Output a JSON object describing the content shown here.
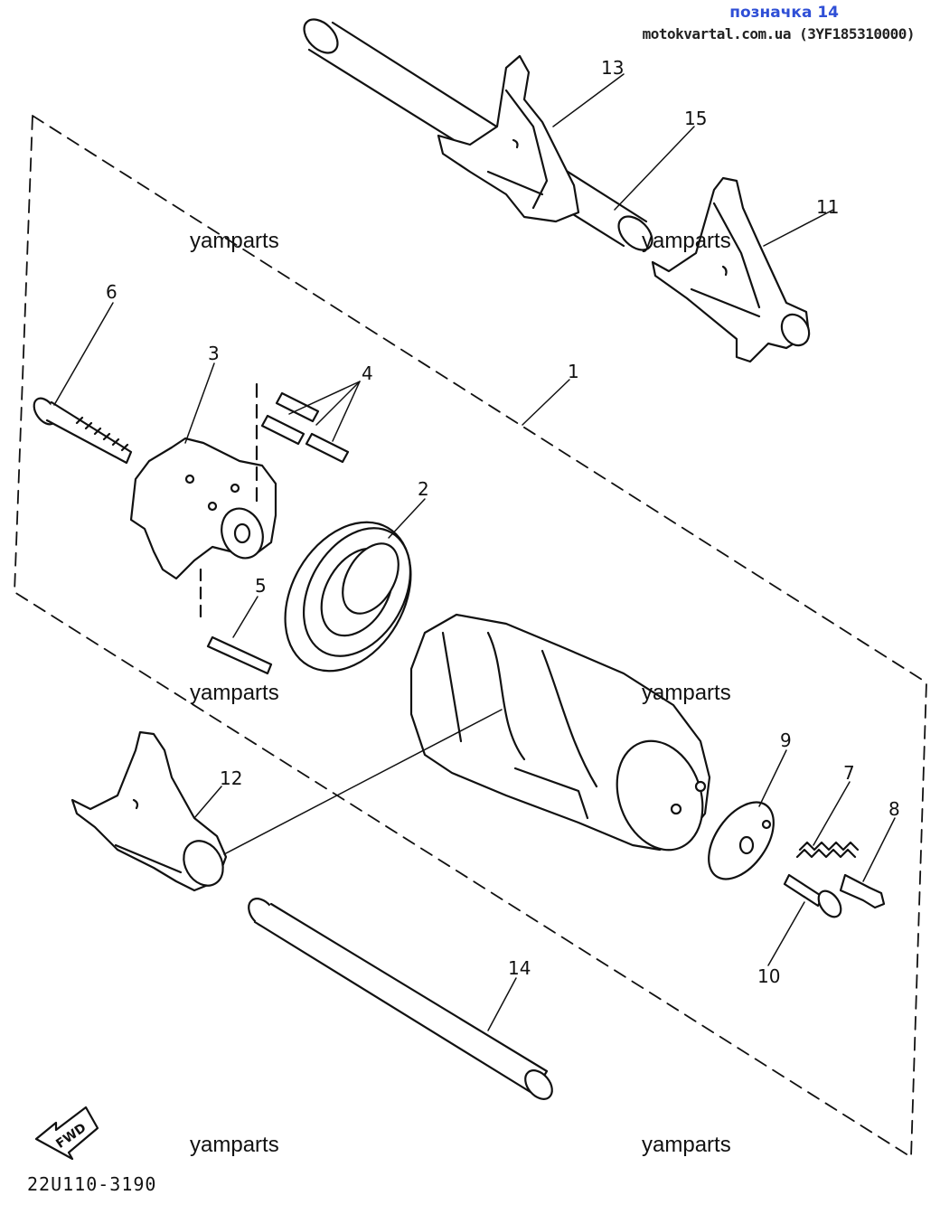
{
  "header": {
    "title": "позначка 14",
    "source": "motokvartal.com.ua (3YF185310000)"
  },
  "watermarks": [
    "yamparts",
    "yamparts",
    "yamparts",
    "yamparts",
    "yamparts",
    "yamparts"
  ],
  "diagram_code": "22U110-3190",
  "fwd_label": "FWD",
  "callouts": [
    "1",
    "2",
    "3",
    "4",
    "5",
    "6",
    "7",
    "8",
    "9",
    "10",
    "11",
    "12",
    "13",
    "14",
    "15"
  ]
}
